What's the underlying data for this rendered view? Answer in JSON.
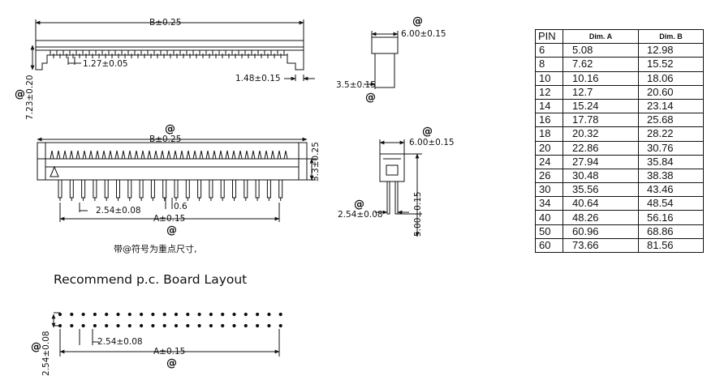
{
  "labels": {
    "top_width": "B±0.25",
    "top_pitch": "1.27±0.05",
    "top_edge": "1.48±0.15",
    "top_height": "7.23±0.20",
    "side1_width": "6.00±0.15",
    "side1_height": "3.5±0.15",
    "front_width": "B±0.25",
    "front_height": "3.3±0.25",
    "front_pitch": "2.54±0.08",
    "front_pin": "0.6",
    "front_span": "A±0.15",
    "side2_width": "6.00±0.15",
    "side2_pitch": "2.54±0.08",
    "side2_height": "5.00±0.15",
    "note": "带@符号为重点尺寸,",
    "layout_title": "Recommend p.c. Board Layout",
    "pcb_pitch_v": "2.54±0.08",
    "pcb_pitch_h": "2.54±0.08",
    "pcb_span": "A±0.15",
    "key_mark": "@"
  },
  "table": {
    "headers": [
      "PIN",
      "Dim.  A",
      "Dim.  B"
    ],
    "rows": [
      [
        "6",
        "5.08",
        "12.98"
      ],
      [
        "8",
        "7.62",
        "15.52"
      ],
      [
        "10",
        "10.16",
        "18.06"
      ],
      [
        "12",
        "12.7",
        "20.60"
      ],
      [
        "14",
        "15.24",
        "23.14"
      ],
      [
        "16",
        "17.78",
        "25.68"
      ],
      [
        "18",
        "20.32",
        "28.22"
      ],
      [
        "20",
        "22.86",
        "30.76"
      ],
      [
        "24",
        "27.94",
        "35.84"
      ],
      [
        "26",
        "30.48",
        "38.38"
      ],
      [
        "30",
        "35.56",
        "43.46"
      ],
      [
        "34",
        "40.64",
        "48.54"
      ],
      [
        "40",
        "48.26",
        "56.16"
      ],
      [
        "50",
        "60.96",
        "68.86"
      ],
      [
        "60",
        "73.66",
        "81.56"
      ]
    ]
  }
}
